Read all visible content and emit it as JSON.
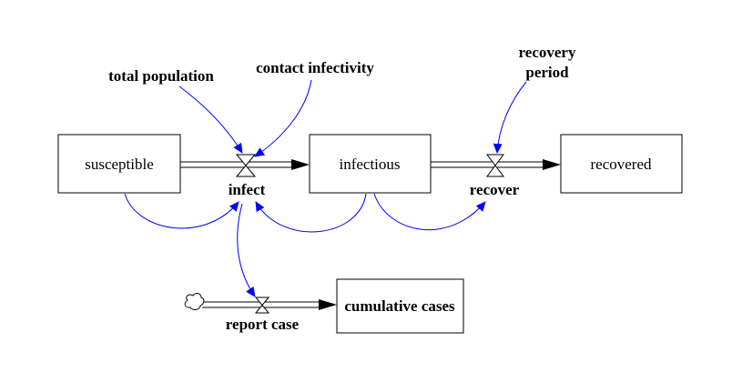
{
  "stocks": {
    "susceptible": "susceptible",
    "infectious": "infectious",
    "recovered": "recovered",
    "cumulative_cases": "cumulative cases"
  },
  "flows": {
    "infect": "infect",
    "recover": "recover",
    "report_case": "report case"
  },
  "auxiliaries": {
    "total_population": "total population",
    "contact_infectivity": "contact infectivity",
    "recovery_period_line1": "recovery",
    "recovery_period_line2": "period"
  },
  "colors": {
    "link": "#0000ff",
    "outline": "#000000",
    "background": "#ffffff"
  }
}
